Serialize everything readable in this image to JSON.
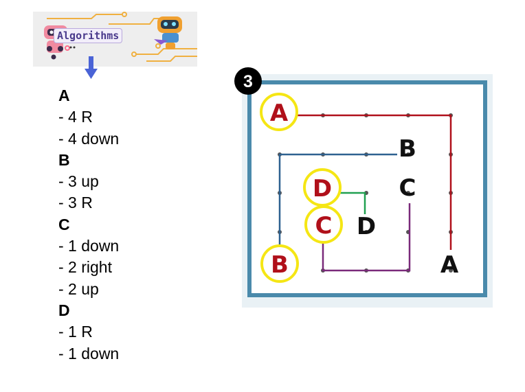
{
  "logo": {
    "text": "Algorithms",
    "colors": {
      "robot_left": "#f08aa0",
      "robot_right": "#f0a030",
      "circuit": "#f0b040",
      "text": "#4a3a8c"
    }
  },
  "arrow_color": "#4a63d6",
  "instructions": [
    {
      "label": "A",
      "steps": [
        "- 4 R",
        "- 4 down"
      ]
    },
    {
      "label": "B",
      "steps": [
        "- 3 up",
        "- 3 R"
      ]
    },
    {
      "label": "C",
      "steps": [
        "- 1 down",
        "- 2 right",
        "- 2 up"
      ]
    },
    {
      "label": "D",
      "steps": [
        "- 1 R",
        "- 1 down"
      ]
    }
  ],
  "puzzle": {
    "number": "3",
    "grid": {
      "rows": 5,
      "cols": 5
    },
    "paths": [
      {
        "id": "A",
        "color": "#b0101a",
        "start": [
          0,
          0
        ],
        "moves": [
          [
            "R",
            4
          ],
          [
            "down",
            4
          ]
        ]
      },
      {
        "id": "B",
        "color": "#2e6190",
        "start": [
          4,
          0
        ],
        "moves": [
          [
            "up",
            3
          ],
          [
            "R",
            3
          ]
        ]
      },
      {
        "id": "C",
        "color": "#7a2a7a",
        "start": [
          3,
          1
        ],
        "moves": [
          [
            "down",
            1
          ],
          [
            "right",
            2
          ],
          [
            "up",
            2
          ]
        ]
      },
      {
        "id": "D",
        "color": "#20a050",
        "start": [
          2,
          1
        ],
        "moves": [
          [
            "R",
            1
          ],
          [
            "down",
            1
          ]
        ]
      }
    ],
    "start_labels": [
      {
        "text": "A",
        "color": "#b0101a",
        "circle": "#f5e614"
      },
      {
        "text": "D",
        "color": "#b0101a",
        "circle": "#f5e614"
      },
      {
        "text": "C",
        "color": "#b0101a",
        "circle": "#f5e614"
      },
      {
        "text": "B",
        "color": "#b0101a",
        "circle": "#f5e614"
      }
    ],
    "end_labels": [
      {
        "text": "B",
        "color": "#111111"
      },
      {
        "text": "C",
        "color": "#111111"
      },
      {
        "text": "D",
        "color": "#111111"
      },
      {
        "text": "A",
        "color": "#111111"
      }
    ],
    "frame_color": "#4a8aab"
  }
}
